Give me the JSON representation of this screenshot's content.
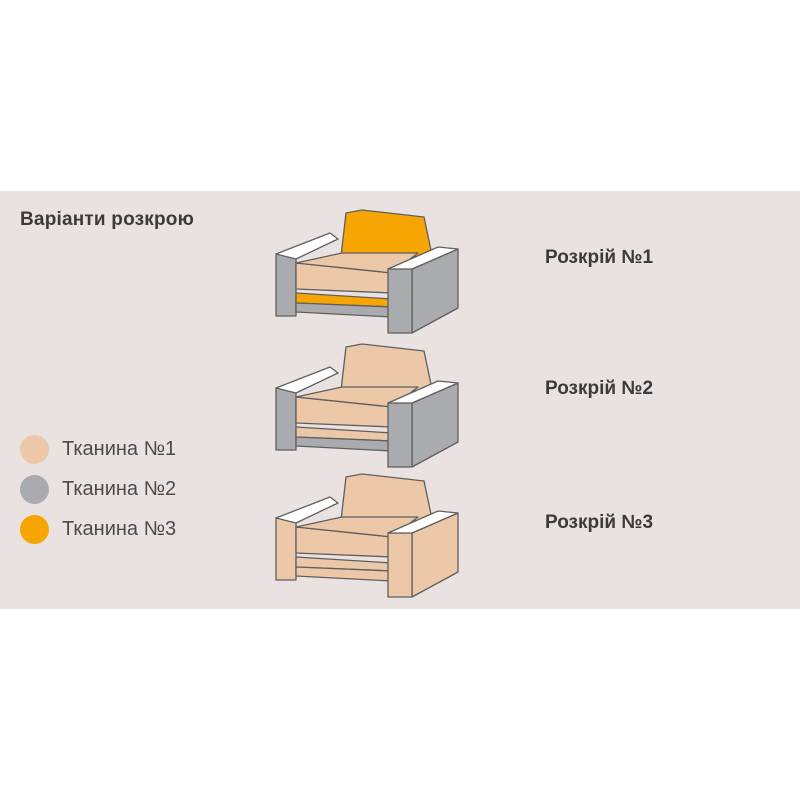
{
  "title": "Варіанти розкрою",
  "colors": {
    "background_panel": "#e9e2e0",
    "outline": "#5f5f5f",
    "armrest_top": "#ffffff"
  },
  "legend": [
    {
      "label": "Тканина №1",
      "color": "#ecc7a8"
    },
    {
      "label": "Тканина №2",
      "color": "#a9abae"
    },
    {
      "label": "Тканина №3",
      "color": "#f7a503"
    }
  ],
  "variants": [
    {
      "label": "Розкрій №1",
      "back": "#f7a503",
      "seat": "#ecc7a8",
      "drawer": "#f7a503",
      "body": "#a9abae"
    },
    {
      "label": "Розкрій №2",
      "back": "#ecc7a8",
      "seat": "#ecc7a8",
      "drawer": "#ecc7a8",
      "body": "#a9abae"
    },
    {
      "label": "Розкрій №3",
      "back": "#ecc7a8",
      "seat": "#ecc7a8",
      "drawer": "#ecc7a8",
      "body": "#ecc7a8"
    }
  ]
}
